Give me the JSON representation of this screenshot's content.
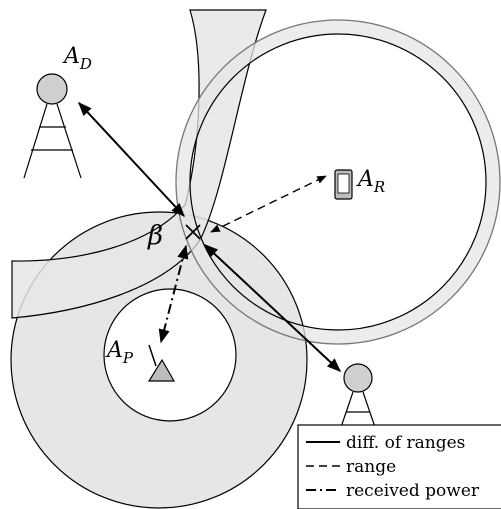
{
  "labels": {
    "ad_main": "A",
    "ad_sub": "D",
    "ar_main": "A",
    "ar_sub": "R",
    "ap_main": "A",
    "ap_sub": "P",
    "beta": "β"
  },
  "legend": {
    "items": [
      {
        "style": "solid",
        "label": "diff. of ranges"
      },
      {
        "style": "dashed",
        "label": "range"
      },
      {
        "style": "dashdot",
        "label": "received power"
      }
    ]
  },
  "colors": {
    "region_fill": "#e6e6e6",
    "stroke": "#000000",
    "ring_stroke": "#777777",
    "node_fill": "#d0d0d0",
    "device_fill": "#bdbdbd"
  }
}
